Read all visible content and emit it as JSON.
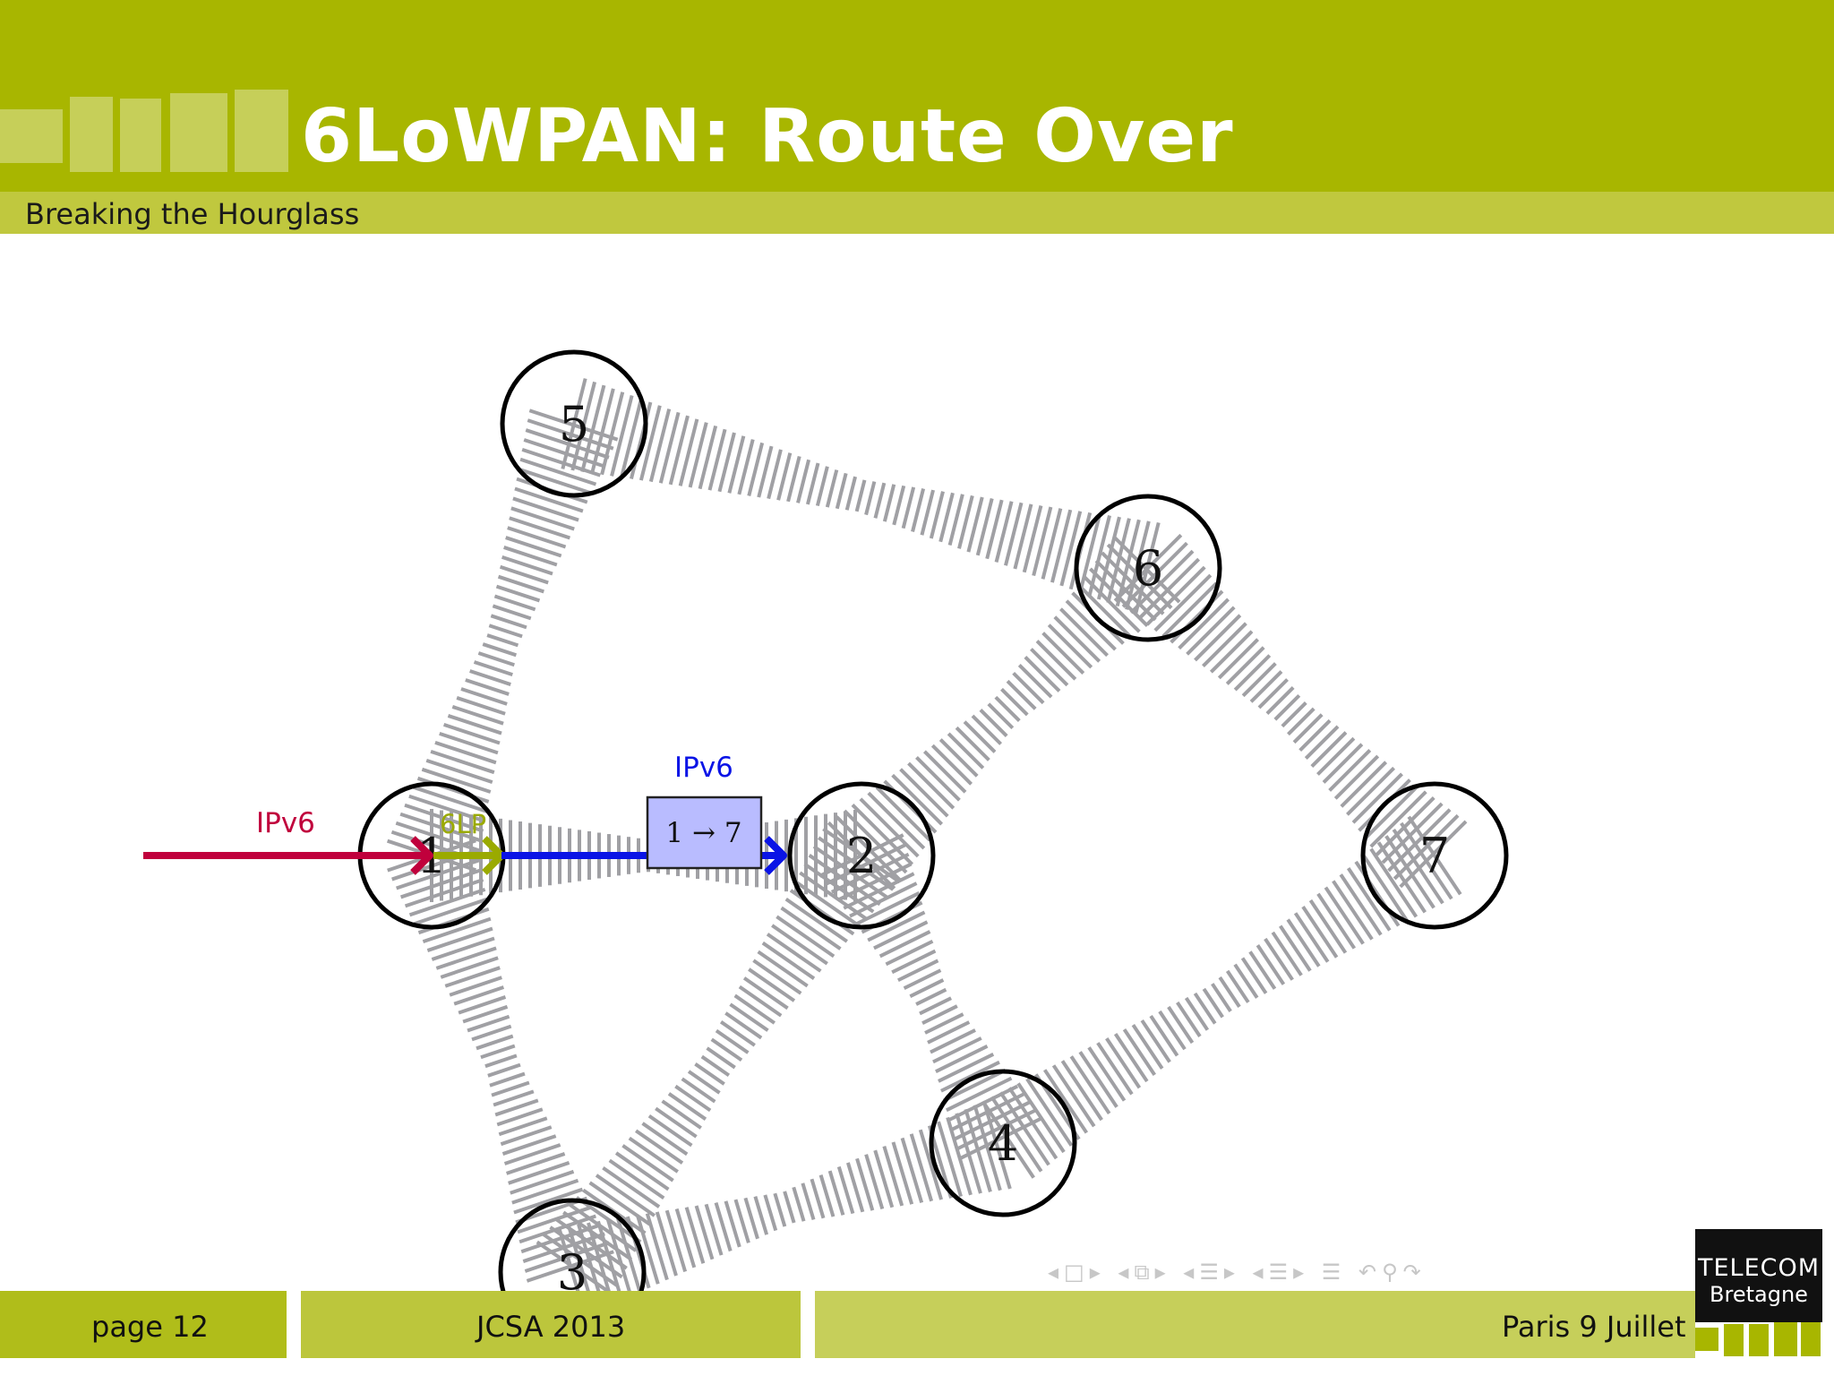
{
  "header": {
    "title": "6LoWPAN: Route Over",
    "subtitle": "Breaking the Hourglass"
  },
  "diagram": {
    "nodes": [
      {
        "id": "1",
        "label": "1"
      },
      {
        "id": "2",
        "label": "2"
      },
      {
        "id": "3",
        "label": "3"
      },
      {
        "id": "4",
        "label": "4"
      },
      {
        "id": "5",
        "label": "5"
      },
      {
        "id": "6",
        "label": "6"
      },
      {
        "id": "7",
        "label": "7"
      }
    ],
    "links": [
      [
        "1",
        "5"
      ],
      [
        "1",
        "2"
      ],
      [
        "1",
        "3"
      ],
      [
        "5",
        "6"
      ],
      [
        "2",
        "6"
      ],
      [
        "2",
        "3"
      ],
      [
        "2",
        "4"
      ],
      [
        "6",
        "7"
      ],
      [
        "7",
        "4"
      ],
      [
        "3",
        "4"
      ]
    ],
    "arrows": {
      "incoming_label": "IPv6",
      "adaptation_label": "6LP",
      "forward_label": "IPv6",
      "packet_label": "1 → 7"
    },
    "colors": {
      "ipv6_in": "#c0003c",
      "sixlp": "#9aaa00",
      "ipv6_forward": "#0a14e6",
      "packet_fill": "#b9bcff",
      "link_stripe": "#a0a0a4"
    }
  },
  "footer": {
    "page": "page 12",
    "event": "JCSA 2013",
    "place": "Paris 9 Juillet",
    "logo_line1": "TELECOM",
    "logo_line2": "Bretagne",
    "nav_icons": [
      "nav-left-arrow",
      "frame-icon",
      "nav-right-arrow",
      "section-icon",
      "subsection-icon",
      "align-icon",
      "search-icon",
      "back-icon"
    ]
  },
  "theme": {
    "header_green": "#a8b600",
    "subtitle_green": "#c0c83e",
    "footer_green": "#c6cf5a"
  }
}
